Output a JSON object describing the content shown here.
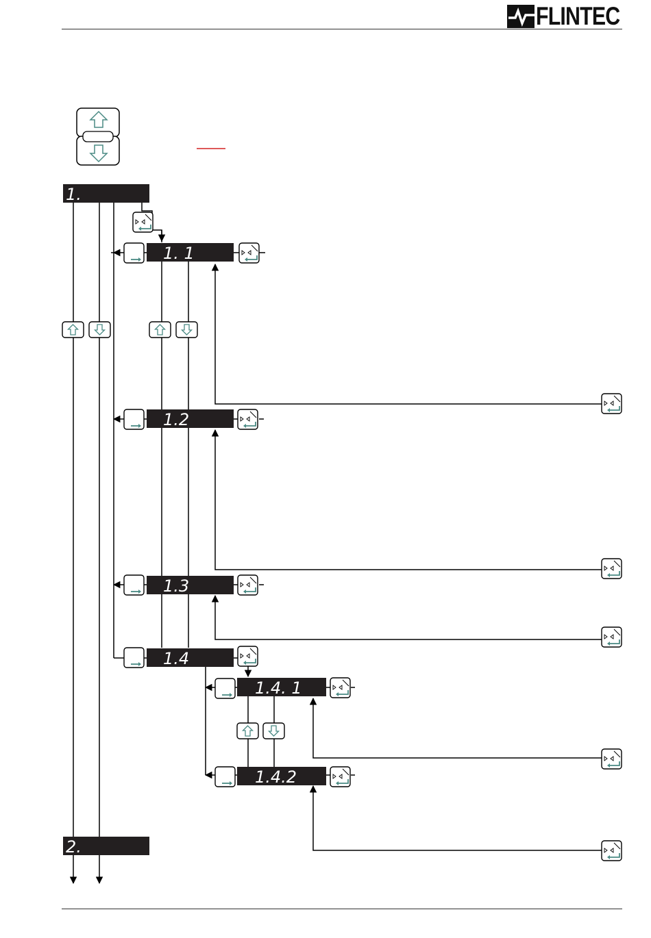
{
  "header": {
    "brand": "FLINTEC"
  },
  "displays": {
    "m1": "1.",
    "m1_1": "1. 1",
    "m1_2": "1.2",
    "m1_3": "1.3",
    "m1_4": "1.4",
    "m1_4_1": "1.4. 1",
    "m1_4_2": "1.4.2",
    "m2": "2."
  },
  "colors": {
    "display_bg": "#231f20",
    "display_text": "#ffffff",
    "icon_teal": "#4a8a84",
    "accent_red": "#d42020",
    "line": "#000000"
  },
  "icons": {
    "nav_key": "up-down-key-icon",
    "enter_key": "enter-key-icon",
    "escape_key": "escape-key-icon",
    "up_key": "up-arrow-key-icon",
    "down_key": "down-arrow-key-icon"
  }
}
